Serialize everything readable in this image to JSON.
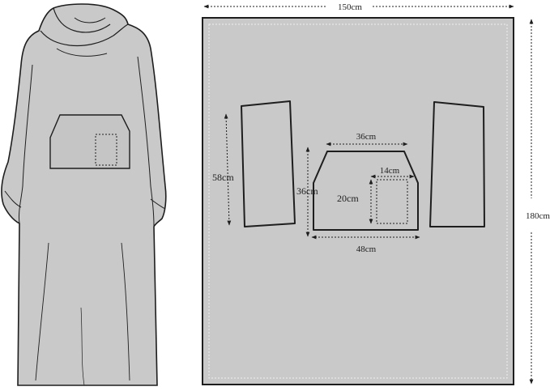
{
  "diagram": {
    "colors": {
      "fabric": "#c9c9c9",
      "outline": "#1e1e1e",
      "pocket_fill": "#c5c5c5",
      "background": "#ffffff"
    },
    "blanket": {
      "width_label": "150cm",
      "height_label": "180cm"
    },
    "sleeve_left": {
      "length_label": "58cm"
    },
    "pocket_piece": {
      "top_width_label": "36cm",
      "height_label": "36cm",
      "bottom_width_label": "48cm"
    },
    "inner_pocket": {
      "width_label": "14cm",
      "height_label": "20cm"
    }
  }
}
